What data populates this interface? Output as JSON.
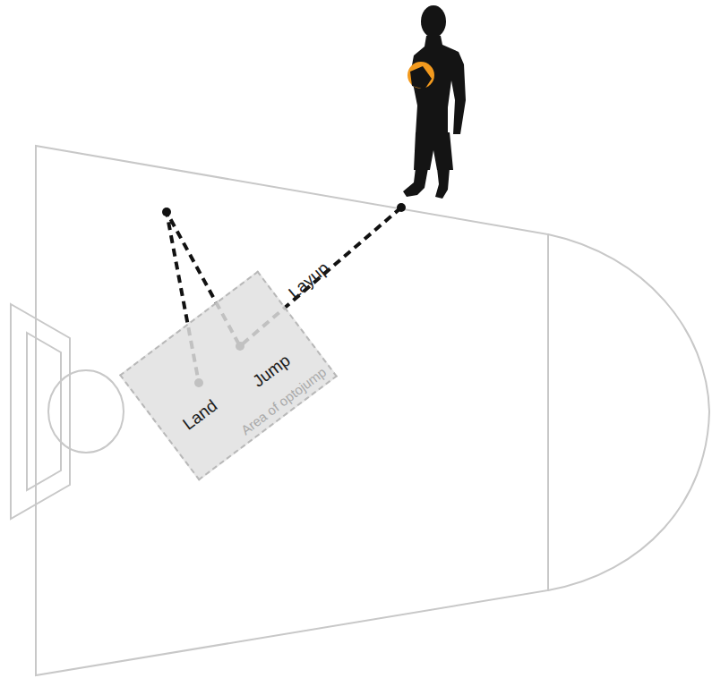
{
  "diagram": {
    "nodes": [
      {
        "text": [
          "Area of optojump"
        ]
      }
    ],
    "labels": [
      "Layup",
      "Jump",
      "Land"
    ]
  }
}
